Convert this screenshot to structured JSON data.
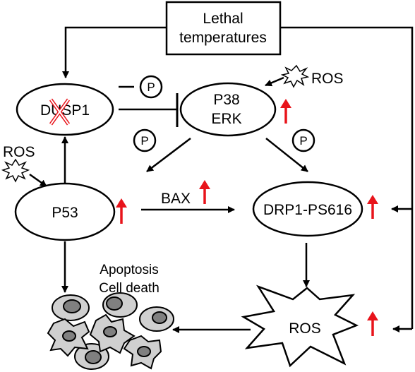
{
  "nodes": {
    "lethal": {
      "line1": "Lethal",
      "line2": "temperatures"
    },
    "dusp1": "DUSP1",
    "p38": "P38",
    "erk": "ERK",
    "p53": "P53",
    "drp1": "DRP1-PS616",
    "ros_burst": "ROS",
    "ros_top": "ROS",
    "ros_left": "ROS",
    "bax": "BAX",
    "apoptosis": {
      "line1": "Apoptosis",
      "line2": "Cell death"
    }
  },
  "phospho": [
    "P",
    "P",
    "P"
  ],
  "colors": {
    "up_arrow": "#e8141b",
    "inhibition_mark": "#e8141b",
    "stroke": "#000000"
  }
}
